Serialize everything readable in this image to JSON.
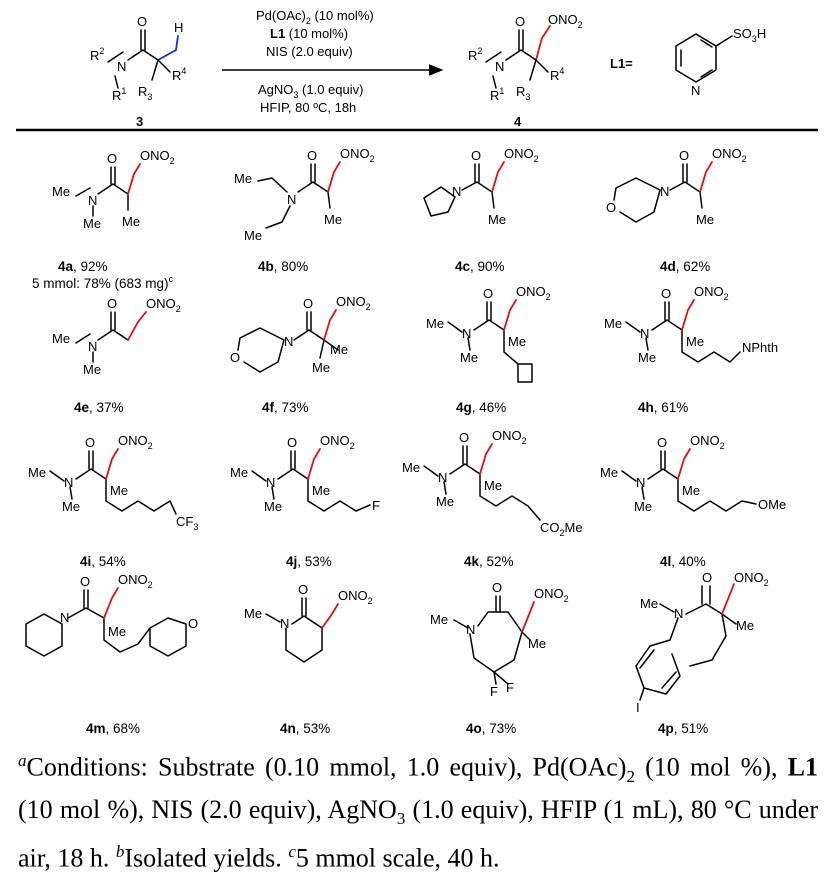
{
  "reaction": {
    "reagent_1": "Pd(OAc)",
    "reagent_1_sub": "2",
    "reagent_1_tail": " (10 mol%)",
    "reagent_2_ligand": "L1",
    "reagent_2_tail": " (10 mol%)",
    "reagent_3": "NIS (2.0 equiv)",
    "reagent_4": "AgNO",
    "reagent_4_sub": "3",
    "reagent_4_tail": " (1.0 equiv)",
    "reagent_5": "HFIP, 80 ºC, 18h",
    "substrate_id": "3",
    "product_id": "4",
    "ligand_label": "L1=",
    "sulfonate": "SO",
    "sulfonate_sub": "3",
    "sulfonate_tail": "H",
    "ring_n": "N",
    "h": "H",
    "o": "O",
    "n": "N",
    "r": "R",
    "r1_sup": "1",
    "r2_sup": "2",
    "r3_sub": "3",
    "r4_sup": "4",
    "ono": "ONO",
    "ono_sub": "2"
  },
  "atoms": {
    "o": "O",
    "n": "N",
    "me": "Me",
    "ono": "ONO",
    "ono_sub": "2",
    "f": "F",
    "i": "I",
    "cf": "CF",
    "cf_sub": "3",
    "co": "CO",
    "co_sub": "2",
    "co_tail": "Me",
    "ome": "OMe",
    "nphth": "NPhth"
  },
  "products": [
    {
      "id": "4a",
      "yield": ", 92%"
    },
    {
      "id": "4b",
      "yield": ", 80%"
    },
    {
      "id": "4c",
      "yield": ", 90%"
    },
    {
      "id": "4d",
      "yield": ", 62%"
    },
    {
      "id": "4e",
      "yield": ", 37%"
    },
    {
      "id": "4f",
      "yield": ", 73%"
    },
    {
      "id": "4g",
      "yield": ", 46%"
    },
    {
      "id": "4h",
      "yield": ", 61%"
    },
    {
      "id": "4i",
      "yield": ", 54%"
    },
    {
      "id": "4j",
      "yield": ", 53%"
    },
    {
      "id": "4k",
      "yield": ", 52%"
    },
    {
      "id": "4l",
      "yield": ", 40%"
    },
    {
      "id": "4m",
      "yield": ", 68%"
    },
    {
      "id": "4n",
      "yield": ", 53%"
    },
    {
      "id": "4o",
      "yield": ", 73%"
    },
    {
      "id": "4p",
      "yield": ", 51%"
    }
  ],
  "scale_note": "5 mmol: 78% (683 mg)",
  "scale_note_sup": "c",
  "footnote": {
    "a_mark": "a",
    "a_1": "Conditions: Substrate (0.10 mmol, 1.0 equiv), Pd(OAc)",
    "a_sub1": "2",
    "a_2": " (10 mol %), ",
    "a_l1": "L1",
    "a_3": " (10 mol %), NIS (2.0 equiv), AgNO",
    "a_sub2": "3",
    "a_4": " (1.0 equiv), HFIP (1 mL), 80 °C under air, 18 h. ",
    "b_mark": "b",
    "b_text": "Isolated yields. ",
    "c_mark": "c",
    "c_text": "5 mmol scale, 40 h."
  }
}
